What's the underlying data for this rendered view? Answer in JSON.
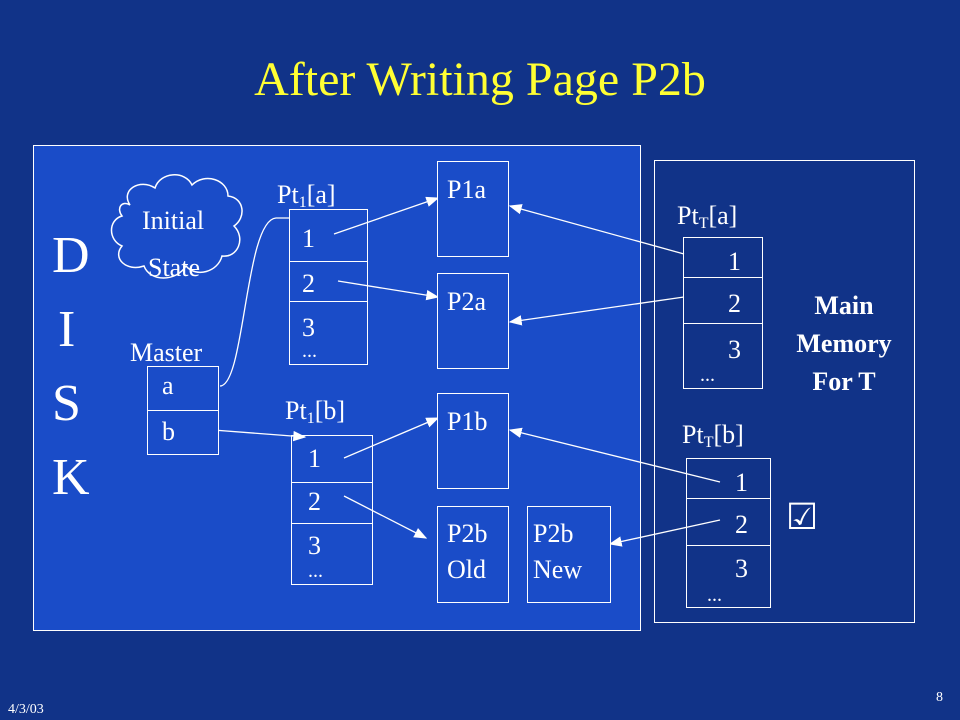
{
  "title": "After Writing Page P2b",
  "disk_letters": [
    "D",
    "I",
    "S",
    "K"
  ],
  "cloud": {
    "line1": "Initial",
    "line2": "State"
  },
  "master": {
    "label": "Master",
    "entries": [
      "a",
      "b"
    ]
  },
  "pt1a": {
    "label_main": "Pt",
    "label_sub": "1",
    "label_tail": "[a]",
    "entries": [
      "1",
      "2",
      "3"
    ],
    "ellipsis": "..."
  },
  "pt1b": {
    "label_main": "Pt",
    "label_sub": "1",
    "label_tail": "[b]",
    "entries": [
      "1",
      "2",
      "3"
    ],
    "ellipsis": "..."
  },
  "ptta": {
    "label_main": "Pt",
    "label_sub": "T",
    "label_tail": "[a]",
    "entries": [
      "1",
      "2",
      "3"
    ],
    "ellipsis": "..."
  },
  "pttb": {
    "label_main": "Pt",
    "label_sub": "T",
    "label_tail": "[b]",
    "entries": [
      "1",
      "2",
      "3"
    ],
    "ellipsis": "..."
  },
  "pages": {
    "p1a": "P1a",
    "p2a": "P2a",
    "p1b": "P1b",
    "p2b_old_1": "P2b",
    "p2b_old_2": "Old",
    "p2b_new_1": "P2b",
    "p2b_new_2": "New"
  },
  "memory_label": [
    "Main",
    "Memory",
    "For T"
  ],
  "checkmark": "☑",
  "footer": {
    "date": "4/3/03",
    "page": "8"
  }
}
